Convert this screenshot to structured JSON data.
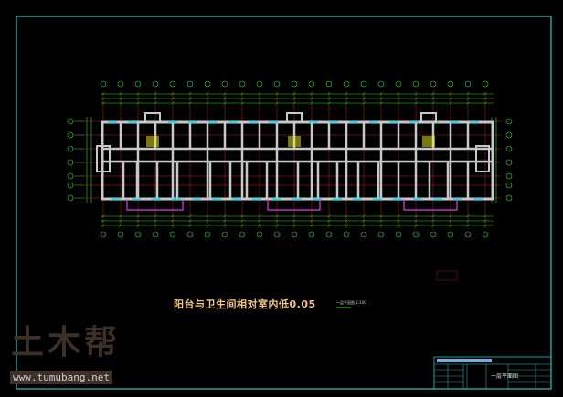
{
  "drawing": {
    "note": "阳台与卫生间相对室内低0.05",
    "note_tag": "一层平面图 1:100",
    "title_block": {
      "drawing_name": "一层平面图"
    },
    "watermark": {
      "logo": "土木帮",
      "url": "www.tumubang.net"
    }
  },
  "colors": {
    "frame": "#2ec4c4",
    "wall": "#c8c8c8",
    "axis": "#c02020",
    "dimension": "#30d030",
    "window": "#20e0f0",
    "balcony": "#e040e0",
    "stair": "#f0f020"
  }
}
